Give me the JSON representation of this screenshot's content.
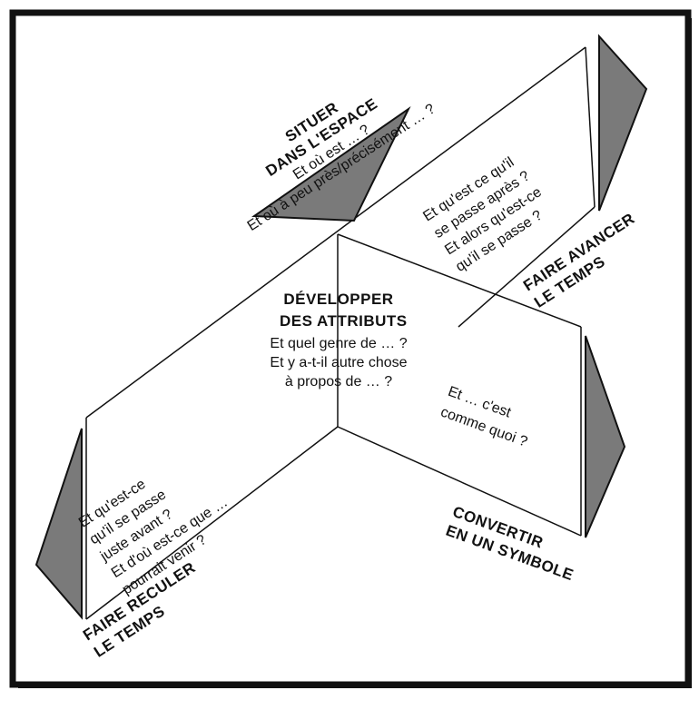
{
  "colors": {
    "ink": "#111111",
    "shade": "#7a7a7a",
    "paper": "#ffffff"
  },
  "center": {
    "title": [
      "DÉVELOPPER",
      "DES ATTRIBUTS"
    ],
    "questions": [
      "Et quel genre de … ?",
      "Et y a-t-il autre chose",
      "à propos de … ?"
    ]
  },
  "space": {
    "title": [
      "SITUER",
      "DANS L'ESPACE"
    ],
    "questions": [
      "Et où est … ?",
      "Et où à peu près/précisément … ?"
    ]
  },
  "forward": {
    "title": [
      "FAIRE AVANCER",
      "LE TEMPS"
    ],
    "questions": [
      "Et qu'est ce qu'il",
      "se passe après ?",
      "Et alors qu'est-ce",
      "qu'il se passe ?"
    ]
  },
  "backward": {
    "title": [
      "FAIRE RECULER",
      "LE TEMPS"
    ],
    "questions": [
      "Et qu'est-ce",
      "qu'il se passe",
      "juste avant ?",
      "Et d'où est-ce que …",
      "pourrait venir ?"
    ]
  },
  "symbol": {
    "title": [
      "CONVERTIR",
      "EN UN SYMBOLE"
    ],
    "questions": [
      "Et … c'est",
      "comme quoi ?"
    ]
  }
}
